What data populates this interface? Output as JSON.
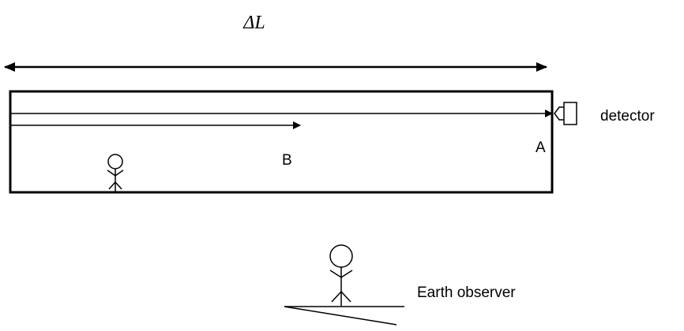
{
  "labels": {
    "length": "ΔL",
    "point_a": "A",
    "point_b": "B",
    "detector": "detector",
    "earth_observer": "Earth observer"
  },
  "colors": {
    "stroke": "#000000",
    "background": "#ffffff"
  }
}
